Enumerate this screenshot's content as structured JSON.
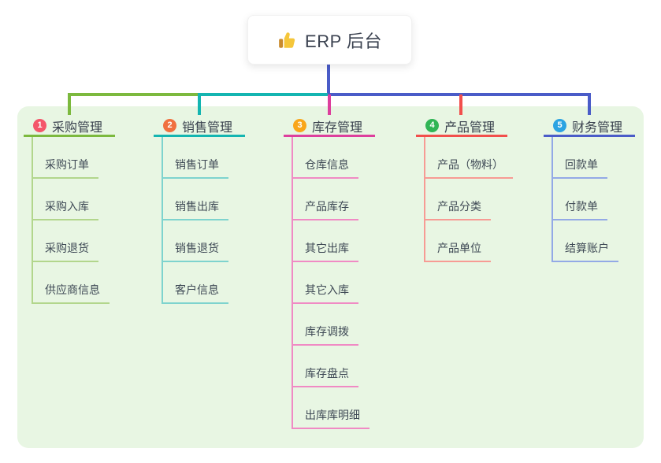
{
  "root": {
    "label": "ERP 后台",
    "icon": "thumbs-up-icon",
    "stem_color": "#4a5cc8"
  },
  "panel": {
    "bg": "#e8f6e3"
  },
  "branches": [
    {
      "number": "1",
      "label": "采购管理",
      "badge_color": "#f4566a",
      "accent": "#7cb93e",
      "light": "#b2d68c",
      "children": [
        "采购订单",
        "采购入库",
        "采购退货",
        "供应商信息"
      ]
    },
    {
      "number": "2",
      "label": "销售管理",
      "badge_color": "#f0703f",
      "accent": "#14b5b1",
      "light": "#7ed3ce",
      "children": [
        "销售订单",
        "销售出库",
        "销售退货",
        "客户信息"
      ]
    },
    {
      "number": "3",
      "label": "库存管理",
      "badge_color": "#f9a61a",
      "accent": "#dd3f9d",
      "light": "#f08ac4",
      "children": [
        "仓库信息",
        "产品库存",
        "其它出库",
        "其它入库",
        "库存调拨",
        "库存盘点",
        "出库库明细"
      ]
    },
    {
      "number": "4",
      "label": "产品管理",
      "badge_color": "#30b555",
      "accent": "#f24f4c",
      "light": "#f79b94",
      "children": [
        "产品（物料）",
        "产品分类",
        "产品单位"
      ]
    },
    {
      "number": "5",
      "label": "财务管理",
      "badge_color": "#2ba3e2",
      "accent": "#4a5cc8",
      "light": "#93a9e6",
      "children": [
        "回款单",
        "付款单",
        "结算账户"
      ]
    }
  ]
}
